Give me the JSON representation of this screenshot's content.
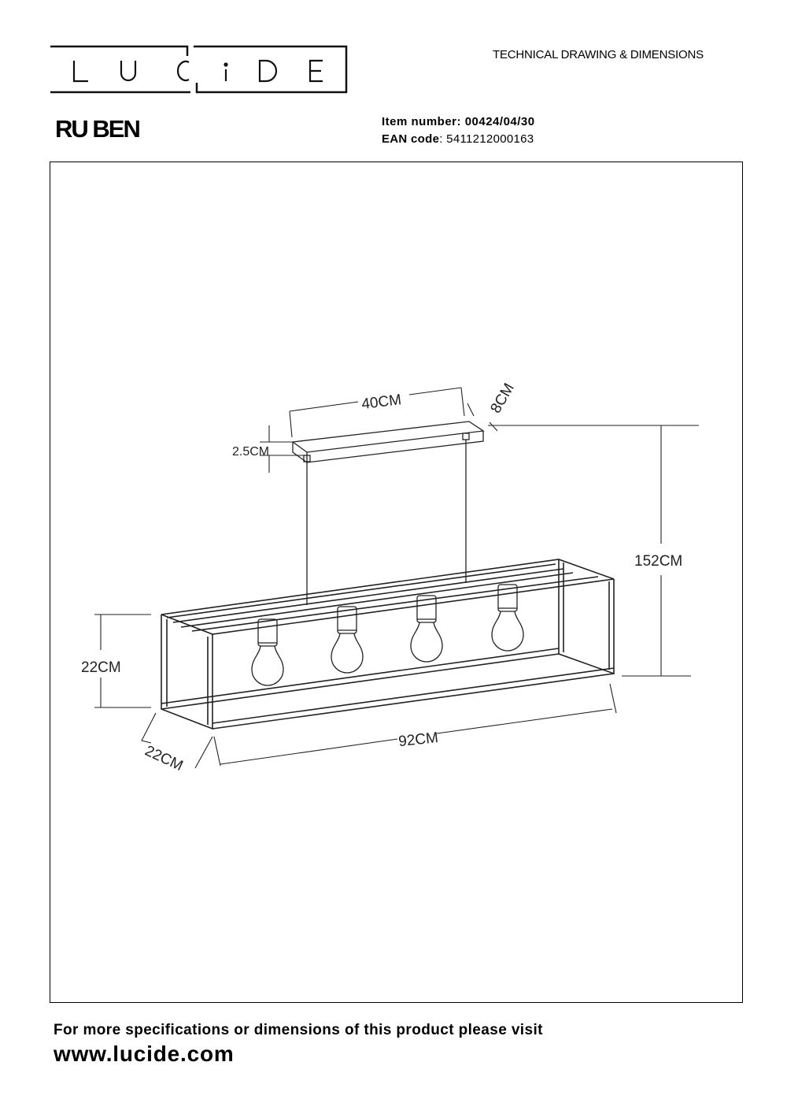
{
  "header": {
    "logo_text": "LUCiDE",
    "document_type": "TECHNICAL DRAWING & DIMENSIONS",
    "product_name": "RU BEN",
    "item_number_label": "Item number:",
    "item_number": "00424/04/30",
    "ean_label": "EAN code",
    "ean_code": ": 5411212000163"
  },
  "drawing": {
    "dimensions": {
      "canopy_length": "40CM",
      "canopy_width": "8CM",
      "canopy_height": "2.5CM",
      "total_height": "152CM",
      "frame_height": "22CM",
      "frame_depth": "22CM",
      "frame_length": "92CM"
    },
    "bulb_count": 4
  },
  "footer": {
    "text": "For more specifications or dimensions of this product please visit",
    "url": "www.lucide.com"
  }
}
